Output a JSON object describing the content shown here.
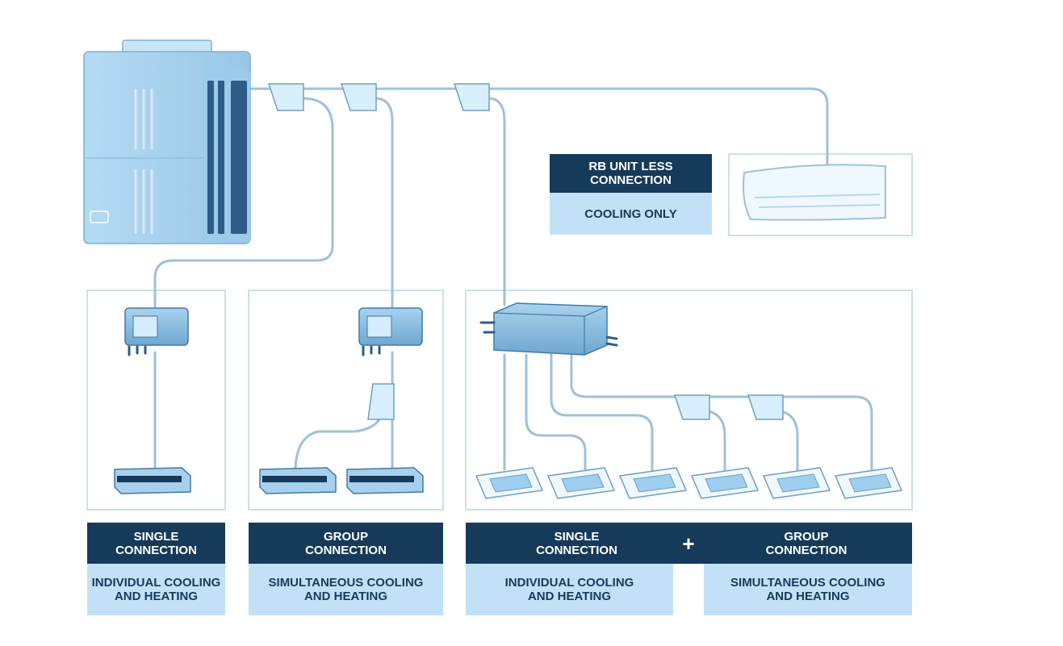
{
  "labels": {
    "rb_less": {
      "line1": "RB UNIT LESS",
      "line2": "CONNECTION",
      "sub": "COOLING ONLY"
    },
    "panel1": {
      "line1": "SINGLE",
      "line2": "CONNECTION",
      "sub1": "INDIVIDUAL COOLING",
      "sub2": "AND HEATING"
    },
    "panel2": {
      "line1": "GROUP",
      "line2": "CONNECTION",
      "sub1": "SIMULTANEOUS COOLING",
      "sub2": "AND HEATING"
    },
    "panel3": {
      "left": {
        "line1": "SINGLE",
        "line2": "CONNECTION",
        "sub1": "INDIVIDUAL COOLING",
        "sub2": "AND HEATING"
      },
      "plus": "+",
      "right": {
        "line1": "GROUP",
        "line2": "CONNECTION",
        "sub1": "SIMULTANEOUS COOLING",
        "sub2": "AND HEATING"
      }
    }
  },
  "colors": {
    "navy": "#163a5a",
    "light_blue": "#c2e1f6",
    "pipe": "#9cc2da",
    "frame": "#c9e0ee",
    "unit_fill": "#b9dcf2",
    "unit_dark": "#2d5d86"
  }
}
